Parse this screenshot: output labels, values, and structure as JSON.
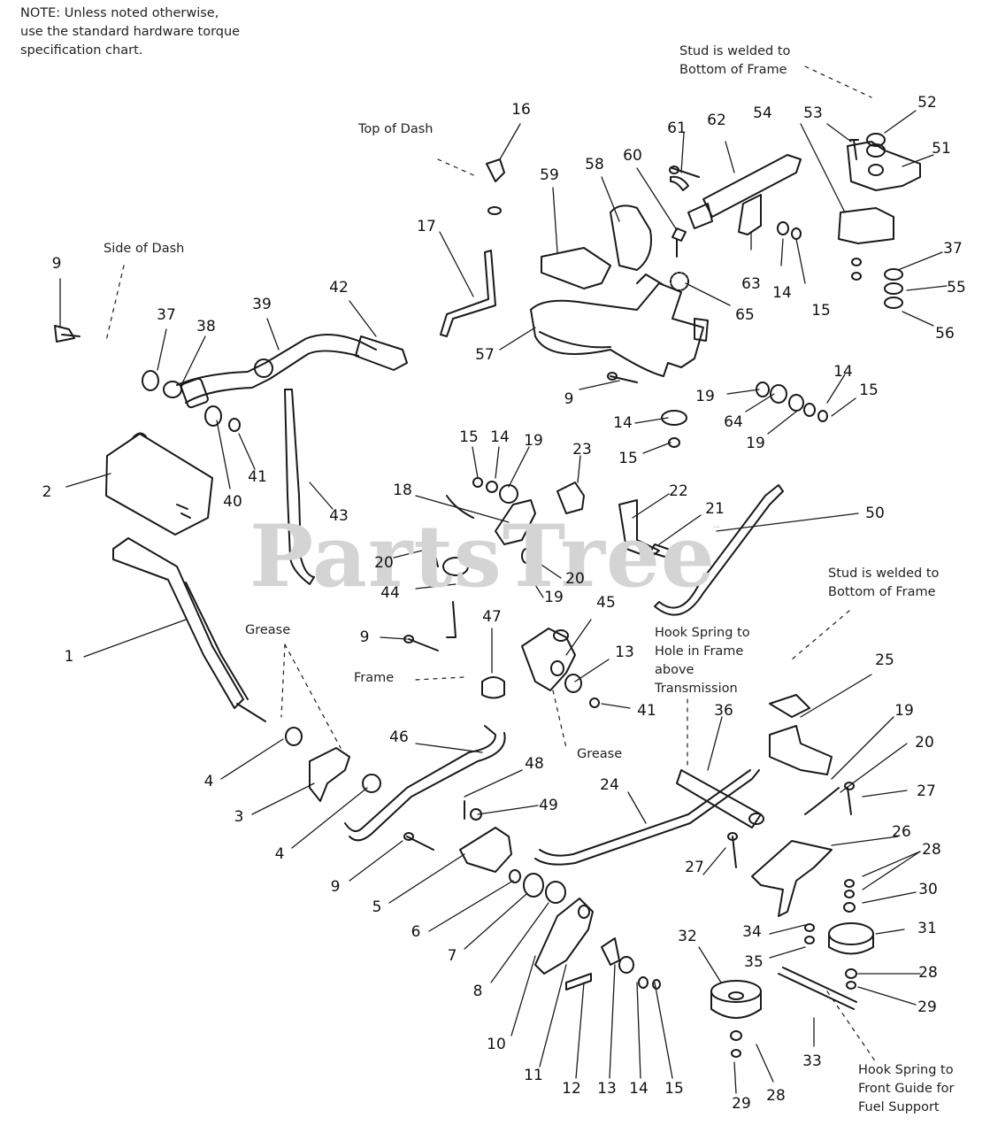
{
  "watermark": "PartsTree",
  "watermark_tm": "™",
  "notes": {
    "hardware": "NOTE: Unless noted otherwise,\nuse the standard hardware torque\nspecification chart.",
    "stud_top": "Stud is welded to\nBottom of Frame",
    "top_of_dash": "Top of Dash",
    "side_of_dash": "Side of Dash",
    "stud_mid": "Stud is welded to\nBottom of Frame",
    "hook_spring_frame": "Hook Spring to\nHole in Frame\nabove\nTransmission",
    "grease_left": "Grease",
    "grease_mid": "Grease",
    "frame": "Frame",
    "hook_spring_front": "Hook Spring to\nFront Guide for\nFuel Support"
  },
  "callouts": [
    "16",
    "17",
    "61",
    "62",
    "54",
    "53",
    "52",
    "51",
    "59",
    "58",
    "60",
    "63",
    "14",
    "15",
    "65",
    "37",
    "55",
    "56",
    "57",
    "9",
    "42",
    "39",
    "37",
    "38",
    "40",
    "41",
    "2",
    "43",
    "9",
    "14",
    "15",
    "19",
    "64",
    "19",
    "14",
    "15",
    "15",
    "14",
    "19",
    "23",
    "18",
    "22",
    "21",
    "50",
    "20",
    "20",
    "44",
    "19",
    "9",
    "47",
    "45",
    "13",
    "41",
    "1",
    "4",
    "3",
    "4",
    "46",
    "48",
    "49",
    "36",
    "25",
    "19",
    "20",
    "27",
    "24",
    "9",
    "5",
    "6",
    "7",
    "8",
    "10",
    "11",
    "12",
    "13",
    "14",
    "15",
    "26",
    "28",
    "30",
    "31",
    "34",
    "35",
    "27",
    "32",
    "28",
    "29",
    "33",
    "29",
    "28"
  ]
}
